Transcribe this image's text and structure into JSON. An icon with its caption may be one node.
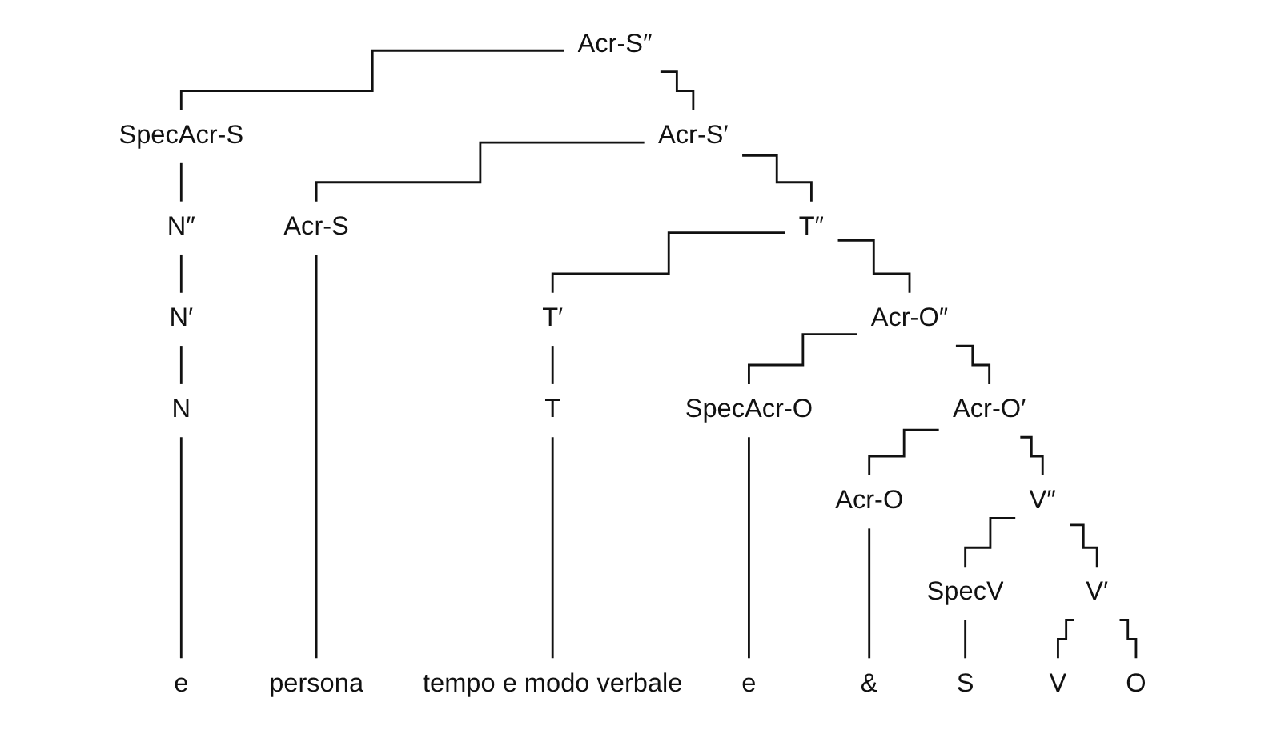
{
  "diagram": {
    "nodes": [
      {
        "text": [
          "Acr-S″"
        ]
      },
      {
        "text": [
          "SpecAcr-S"
        ]
      },
      {
        "text": [
          "Acr-S′"
        ]
      },
      {
        "text": [
          "N″"
        ]
      },
      {
        "text": [
          "N′"
        ]
      },
      {
        "text": [
          "N"
        ]
      },
      {
        "text": [
          "Acr-S"
        ]
      },
      {
        "text": [
          "T″"
        ]
      },
      {
        "text": [
          "T′"
        ]
      },
      {
        "text": [
          "T"
        ]
      },
      {
        "text": [
          "Acr-O″"
        ]
      },
      {
        "text": [
          "SpecAcr-O"
        ]
      },
      {
        "text": [
          "Acr-O′"
        ]
      },
      {
        "text": [
          "Acr-O"
        ]
      },
      {
        "text": [
          "V″"
        ]
      },
      {
        "text": [
          "SpecV"
        ]
      },
      {
        "text": [
          "V′"
        ]
      },
      {
        "text": [
          "e"
        ]
      },
      {
        "text": [
          "persona"
        ]
      },
      {
        "text": [
          "tempo e modo verbale"
        ]
      },
      {
        "text": [
          "e"
        ]
      },
      {
        "text": [
          "&"
        ]
      },
      {
        "text": [
          "S"
        ]
      },
      {
        "text": [
          "V"
        ]
      },
      {
        "text": [
          "O"
        ]
      }
    ],
    "edges": [
      {
        "from": 0,
        "to": 1,
        "arrow": "none"
      },
      {
        "from": 0,
        "to": 2,
        "arrow": "none"
      },
      {
        "from": 1,
        "to": 3,
        "arrow": "none"
      },
      {
        "from": 3,
        "to": 4,
        "arrow": "none"
      },
      {
        "from": 4,
        "to": 5,
        "arrow": "none"
      },
      {
        "from": 5,
        "to": 17,
        "arrow": "none"
      },
      {
        "from": 2,
        "to": 6,
        "arrow": "none"
      },
      {
        "from": 2,
        "to": 7,
        "arrow": "none"
      },
      {
        "from": 6,
        "to": 18,
        "arrow": "none"
      },
      {
        "from": 7,
        "to": 8,
        "arrow": "none"
      },
      {
        "from": 7,
        "to": 10,
        "arrow": "none"
      },
      {
        "from": 8,
        "to": 9,
        "arrow": "none"
      },
      {
        "from": 9,
        "to": 19,
        "arrow": "none"
      },
      {
        "from": 10,
        "to": 11,
        "arrow": "none"
      },
      {
        "from": 10,
        "to": 12,
        "arrow": "none"
      },
      {
        "from": 11,
        "to": 20,
        "arrow": "none"
      },
      {
        "from": 12,
        "to": 13,
        "arrow": "none"
      },
      {
        "from": 12,
        "to": 14,
        "arrow": "none"
      },
      {
        "from": 13,
        "to": 21,
        "arrow": "none"
      },
      {
        "from": 14,
        "to": 15,
        "arrow": "none"
      },
      {
        "from": 14,
        "to": 16,
        "arrow": "none"
      },
      {
        "from": 15,
        "to": 22,
        "arrow": "none"
      },
      {
        "from": 16,
        "to": 23,
        "arrow": "none"
      },
      {
        "from": 16,
        "to": 24,
        "arrow": "none"
      }
    ]
  }
}
